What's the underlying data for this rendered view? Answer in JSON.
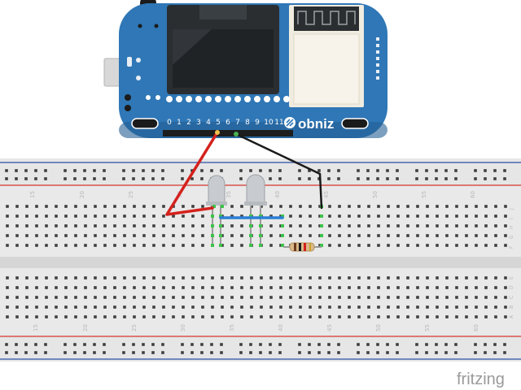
{
  "board": {
    "brand": "obniz",
    "pin_labels": [
      "0",
      "1",
      "2",
      "3",
      "4",
      "5",
      "6",
      "7",
      "8",
      "9",
      "10",
      "11"
    ],
    "body_color": "#2f77b6",
    "screen_color": "#1f2326"
  },
  "breadboard": {
    "column_numbers_top": [
      "15",
      "20",
      "25",
      "30",
      "35",
      "40",
      "45",
      "50",
      "55",
      "60"
    ],
    "column_numbers_bottom": [
      "15",
      "20",
      "25",
      "30",
      "35",
      "40",
      "45",
      "50",
      "55",
      "60"
    ],
    "row_letters_top": [
      "J",
      "I",
      "H",
      "G",
      "F"
    ],
    "row_letters_bottom": [
      "E",
      "D",
      "C",
      "B",
      "A"
    ],
    "rail_red": "#d9534f",
    "rail_blue": "#4a68b0"
  },
  "wires": {
    "red": "#d4211c",
    "black": "#1a1a1a",
    "blue": "#2b7fd6"
  },
  "components": {
    "leds": [
      "led-1",
      "led-2"
    ],
    "resistor": "resistor"
  },
  "footer": {
    "logo": "fritzing"
  }
}
